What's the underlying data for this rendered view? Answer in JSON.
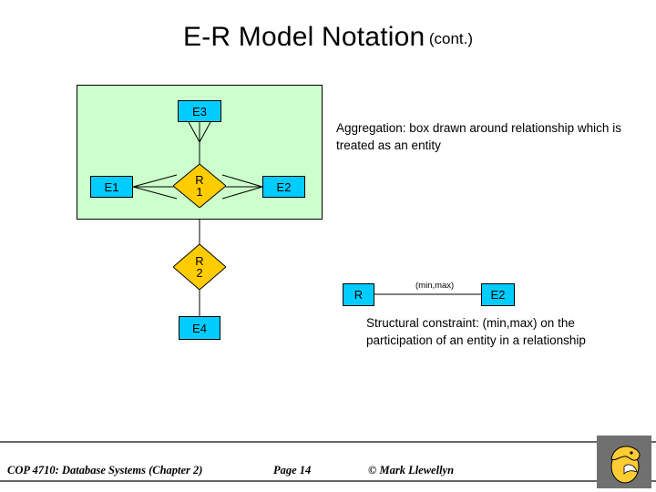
{
  "slide": {
    "title_main": "E-R Model Notation",
    "title_cont": "(cont.)",
    "aggregation_note": "Aggregation: box drawn around relationship which is treated as an entity",
    "structural_note": "Structural constraint: (min,max) on the participation of an entity in a relationship",
    "minmax_label": "(min,max)",
    "shapes": {
      "e3": "E3",
      "e1": "E1",
      "e2": "E2",
      "e4": "E4",
      "r1_line1": "R",
      "r1_line2": "1",
      "r2_line1": "R",
      "r2_line2": "2",
      "r_right": "R",
      "e2_right": "E2"
    },
    "colors": {
      "entity_fill": "#00ccff",
      "relationship_fill": "#ffcc00",
      "aggregation_fill": "#ccffcc",
      "outline": "#000000",
      "footer_rule": "#666666"
    }
  },
  "footer": {
    "left": "COP 4710: Database Systems  (Chapter 2)",
    "page": "Page 14",
    "right": "© Mark Llewellyn"
  }
}
